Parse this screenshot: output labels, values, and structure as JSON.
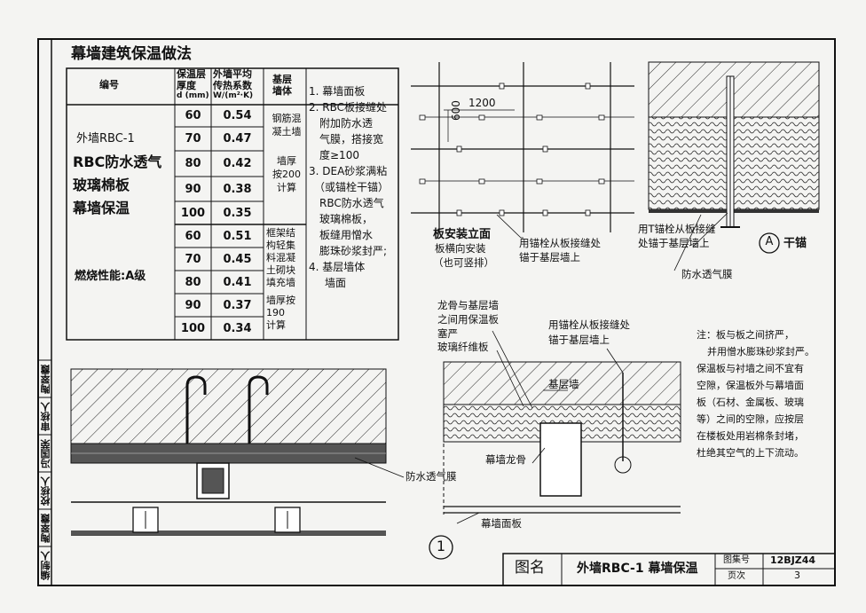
{
  "title": "幕墙建筑保温做法",
  "table": {
    "headers": {
      "code": "编号",
      "thickness": [
        "保温层",
        "厚度",
        "d (mm)"
      ],
      "u_value": [
        "外墙平均",
        "传热系数",
        "W/(m²·K)"
      ],
      "base": [
        "基层",
        "墙体"
      ]
    },
    "code_lines": [
      "外墙RBC-1",
      "RBC防水透气",
      "玻璃棉板",
      "幕墙保温"
    ],
    "fire_rating": "燃烧性能:A级",
    "group1": {
      "base_text": [
        "钢筋混",
        "凝土墙",
        "墙厚",
        "按200",
        "计算"
      ],
      "rows": [
        [
          "60",
          "0.54"
        ],
        [
          "70",
          "0.47"
        ],
        [
          "80",
          "0.42"
        ],
        [
          "90",
          "0.38"
        ],
        [
          "100",
          "0.35"
        ]
      ]
    },
    "group2": {
      "base_text": [
        "框架结",
        "构轻集",
        "料混凝",
        "土砌块",
        "填充墙",
        "墙厚按",
        "190",
        "计算"
      ],
      "rows": [
        [
          "60",
          "0.51"
        ],
        [
          "70",
          "0.45"
        ],
        [
          "80",
          "0.41"
        ],
        [
          "90",
          "0.37"
        ],
        [
          "100",
          "0.34"
        ]
      ]
    },
    "layers": [
      "1. 幕墙面板",
      "2. RBC板接缝处",
      "附加防水透",
      "气膜，搭接宽",
      "度≥100",
      "3. DEA砂浆满粘",
      "（或锚栓干锚）",
      "RBC防水透气",
      "玻璃棉板，",
      "板缝用憎水",
      "膨珠砂浆封严;",
      "4. 基层墙体",
      "墙面"
    ]
  },
  "elevation": {
    "dim_width": "1200",
    "dim_height": "600",
    "title": "板安装立面",
    "sub1": "板横向安装",
    "sub2": "（也可竖排）",
    "callout": [
      "用锚栓从板接缝处",
      "锚于基层墙上"
    ]
  },
  "detail_a": {
    "callout": [
      "用T锚栓从板接缝",
      "处锚于基层墙上"
    ],
    "membrane": "防水透气膜",
    "marker": "A",
    "marker_label": "干锚"
  },
  "detail_1": {
    "membrane": "防水透气膜",
    "marker": "1"
  },
  "section": {
    "label_keel_top": [
      "龙骨与基层墙",
      "之间用保温板",
      "塞严"
    ],
    "label_fiber": "玻璃纤维板",
    "label_anchor": [
      "用锚栓从板接缝处",
      "锚于基层墙上"
    ],
    "label_base": "基层墙",
    "label_keel": "幕墙龙骨",
    "label_panel": "幕墙面板"
  },
  "notes": [
    "注：板与板之间挤严，",
    "并用憎水膨珠砂浆封严。",
    "保温板与衬墙之间不宜有",
    "空隙，保温板外与幕墙面",
    "板（石材、金属板、玻璃",
    "等）之间的空隙，应按层",
    "在楼板处用岩棉条封堵，",
    "杜绝其空气的上下流动。"
  ],
  "side_strip": [
    "编制人",
    "陶翠霞",
    "校核人",
    "冯国荣",
    "审核人",
    "陶翠霞"
  ],
  "titlebar": {
    "tuming_label": "图名",
    "name": "外墙RBC-1 幕墙保温",
    "atlas_label": "图集号",
    "atlas_no": "12BJZ44",
    "page_label": "页次",
    "page_no": "3"
  }
}
